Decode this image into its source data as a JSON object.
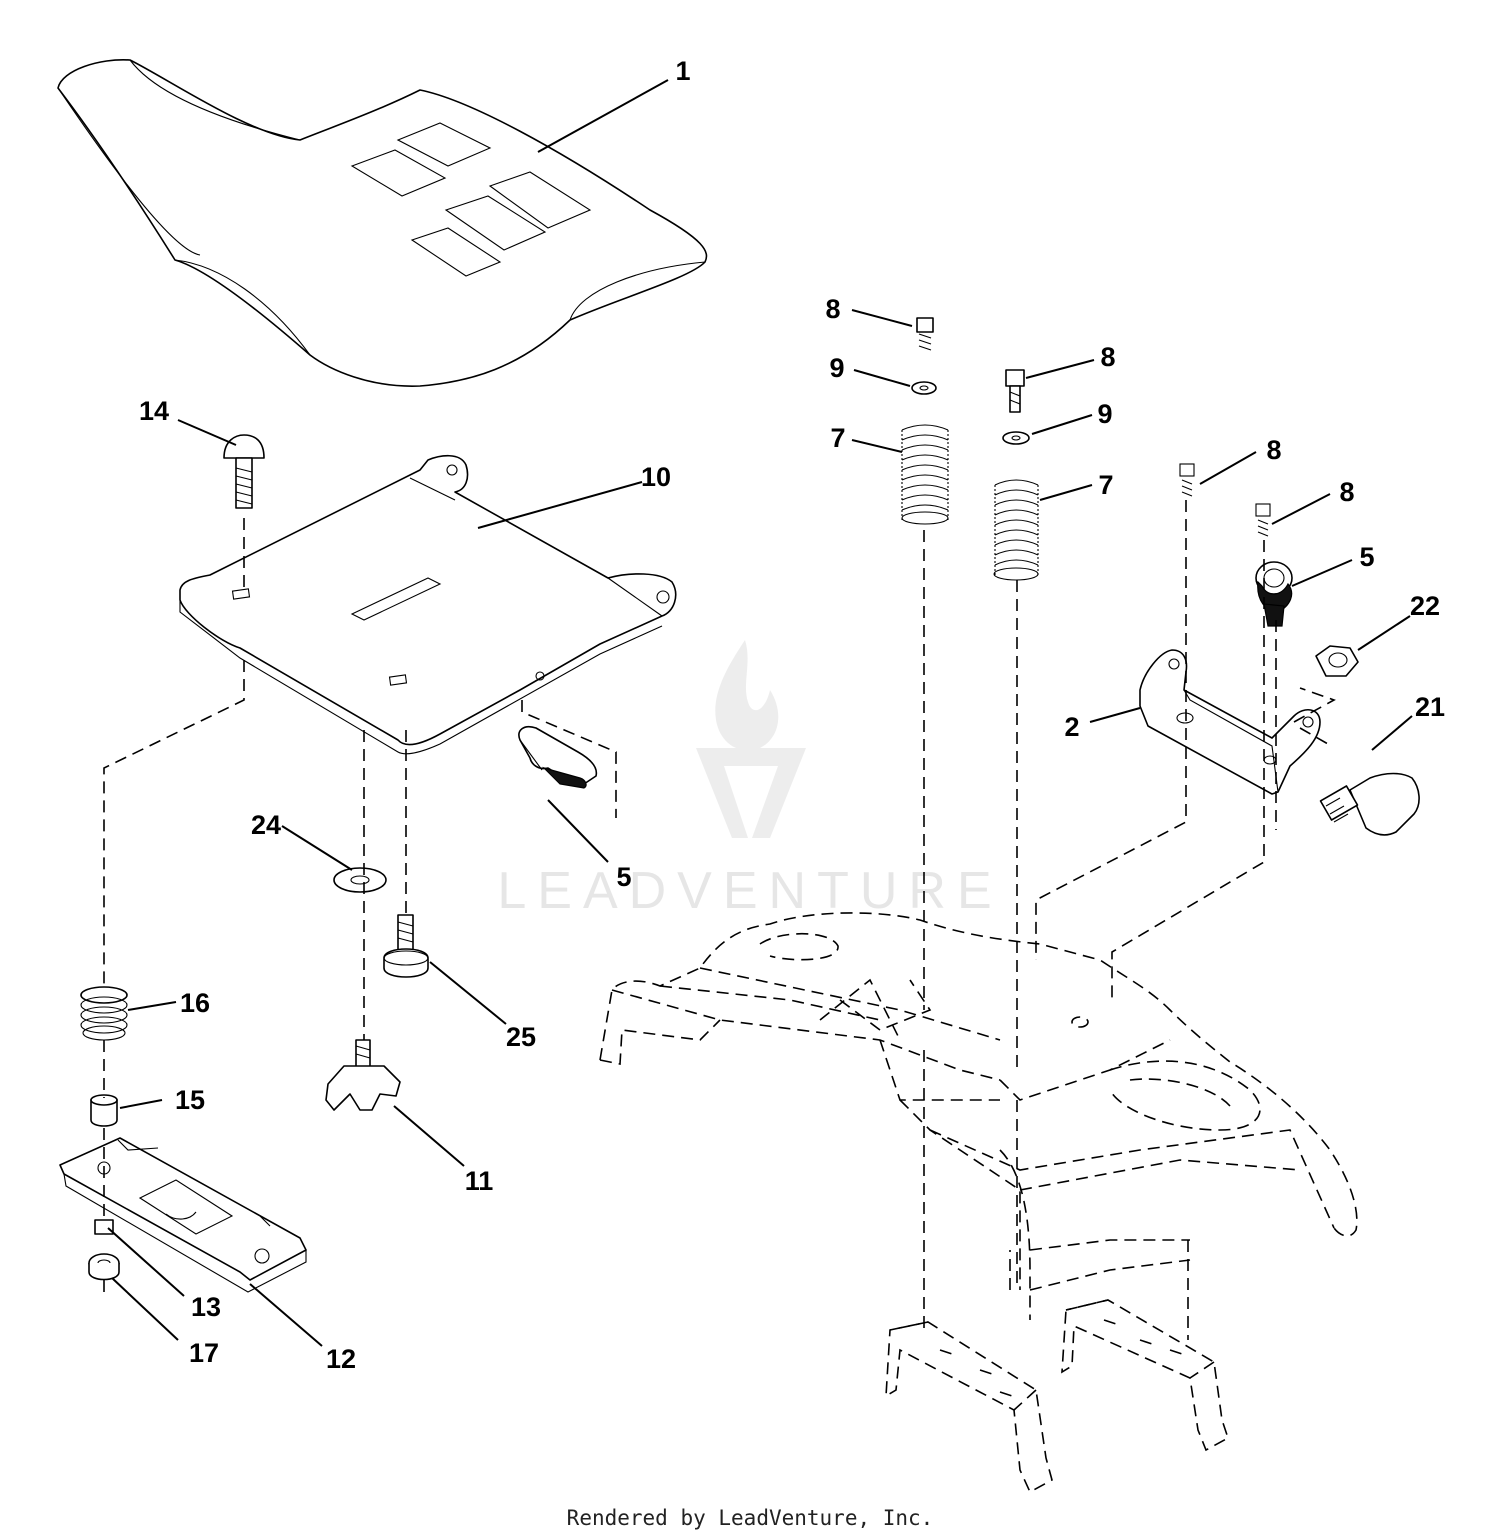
{
  "watermark": {
    "text": "LEADVENTURE",
    "color": "#e4e4e4"
  },
  "footer": {
    "text": "Rendered by LeadVenture, Inc."
  },
  "callouts": [
    {
      "id": "c1",
      "label": "1"
    },
    {
      "id": "c14",
      "label": "14"
    },
    {
      "id": "c10",
      "label": "10"
    },
    {
      "id": "c24",
      "label": "24"
    },
    {
      "id": "c5a",
      "label": "5"
    },
    {
      "id": "c16",
      "label": "16"
    },
    {
      "id": "c25",
      "label": "25"
    },
    {
      "id": "c15",
      "label": "15"
    },
    {
      "id": "c11",
      "label": "11"
    },
    {
      "id": "c13",
      "label": "13"
    },
    {
      "id": "c17",
      "label": "17"
    },
    {
      "id": "c12",
      "label": "12"
    },
    {
      "id": "c8a",
      "label": "8"
    },
    {
      "id": "c9a",
      "label": "9"
    },
    {
      "id": "c7a",
      "label": "7"
    },
    {
      "id": "c8b",
      "label": "8"
    },
    {
      "id": "c9b",
      "label": "9"
    },
    {
      "id": "c7b",
      "label": "7"
    },
    {
      "id": "c8c",
      "label": "8"
    },
    {
      "id": "c8d",
      "label": "8"
    },
    {
      "id": "c5b",
      "label": "5"
    },
    {
      "id": "c22",
      "label": "22"
    },
    {
      "id": "c2",
      "label": "2"
    },
    {
      "id": "c21",
      "label": "21"
    }
  ]
}
